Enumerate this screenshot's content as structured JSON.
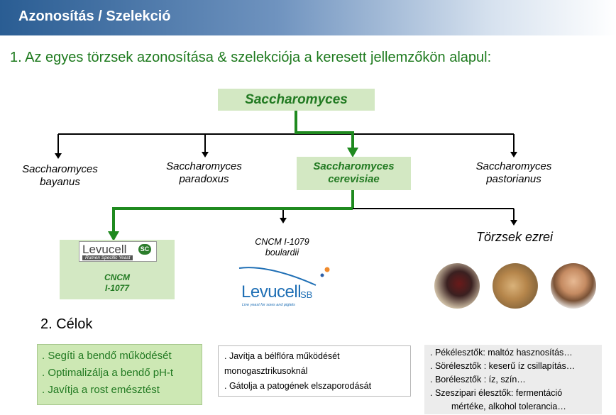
{
  "header": {
    "title": "Azonosítás / Szelekció"
  },
  "subtitle": "1. Az egyes törzsek azonosítása & szelekciója a keresett jellemzőkön alapul:",
  "tree": {
    "root": "Saccharomyces",
    "level1": [
      {
        "line1": "Saccharomyces",
        "line2": "bayanus"
      },
      {
        "line1": "Saccharomyces",
        "line2": "paradoxus"
      },
      {
        "line1": "Saccharomyces",
        "line2": "cerevisiae"
      },
      {
        "line1": "Saccharomyces",
        "line2": "pastorianus"
      }
    ],
    "level2": {
      "sc_logo": "Levucell",
      "sc_logo_badge": "SC",
      "sc_logo_tagline": "Rumen Specific Yeast",
      "cncm_1077_line1": "CNCM",
      "cncm_1077_line2": "I-1077",
      "cncm_1079_line1": "CNCM I-1079",
      "cncm_1079_line2": "boulardii",
      "sb_logo": "Levucell",
      "sb_logo_badge": "SB",
      "sb_logo_tagline": "Live yeast for sows and piglets",
      "other_strains": "Törzsek ezrei"
    }
  },
  "goals": {
    "title": "2. Célok",
    "box1": [
      ". Segíti a bendő működését",
      ". Optimalizálja a bendő pH-t",
      ". Javítja a rost emésztést"
    ],
    "box2": [
      ". Javítja a bélflóra működését",
      "monogasztrikusoknál",
      ". Gátolja a patogének elszaporodását"
    ],
    "box3": [
      ". Pékélesztők: maltóz hasznosítás…",
      ". Sörélesztők : keserű íz csillapítás…",
      ". Borélesztők : íz, szín…",
      ". Szeszipari élesztők: fermentáció",
      "mértéke, alkohol tolerancia…"
    ]
  },
  "colors": {
    "header_start": "#2a5d93",
    "green_text": "#227a22",
    "green_box": "#d3e8c3",
    "tree_green": "#1f8a1f"
  }
}
